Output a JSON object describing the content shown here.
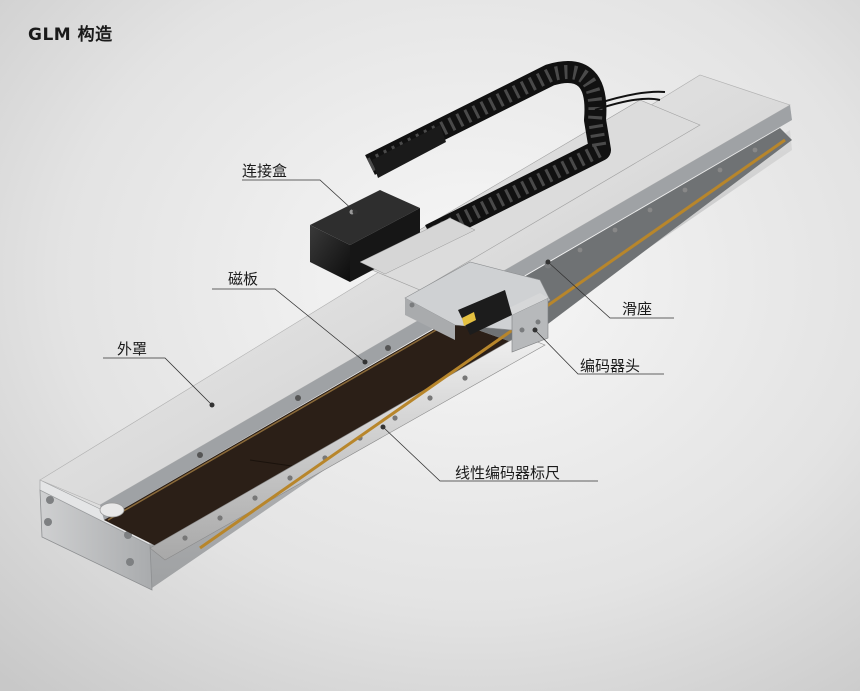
{
  "title": "GLM 构造",
  "labels": {
    "junction_box": "连接盒",
    "magnet_plate": "磁板",
    "cover": "外罩",
    "slider": "滑座",
    "encoder_head": "编码器头",
    "linear_scale": "线性编码器标尺"
  },
  "colors": {
    "background_light": "#f5f5f5",
    "background_dark": "#cfcfcf",
    "aluminum": "#c9cbcd",
    "magnet_plate": "#2b1f17",
    "chain": "#111111",
    "scale_strip": "#b8862b"
  }
}
